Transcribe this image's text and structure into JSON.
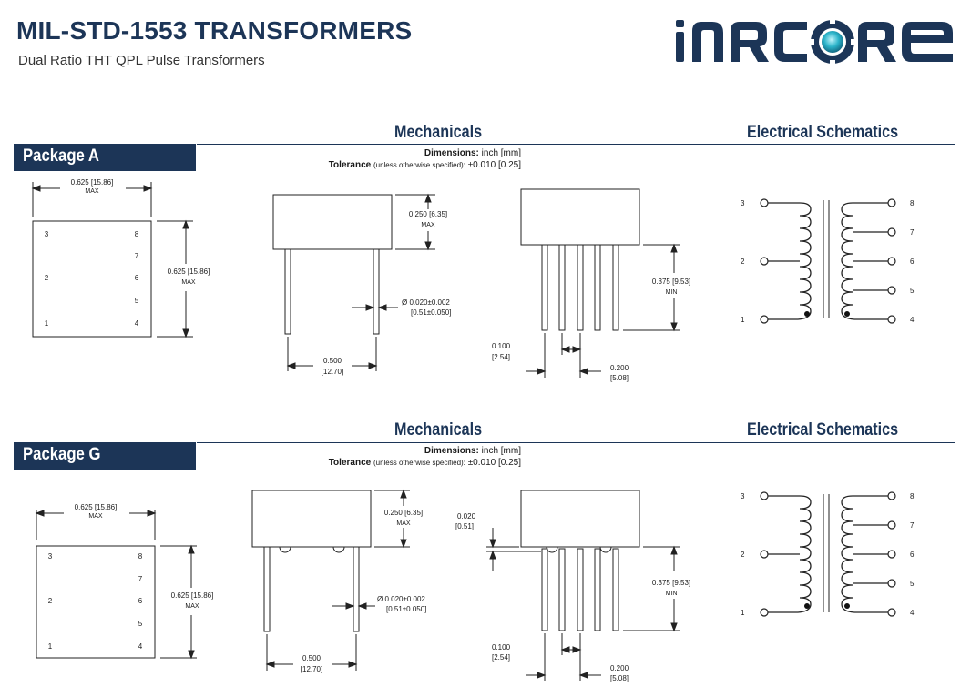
{
  "header": {
    "title": "MIL-STD-1553 TRANSFORMERS",
    "subtitle": "Dual Ratio THT QPL Pulse Transformers",
    "logo_text": "INRCORE",
    "brand_color": "#1c3557",
    "logo_core_color": "#2bb3c9"
  },
  "packages": [
    {
      "band_label": "Package A",
      "mechanicals_heading": "Mechanicals",
      "schematics_heading": "Electrical Schematics",
      "dimensions_label": "Dimensions:",
      "dimensions_value": "inch [mm]",
      "tolerance_label": "Tolerance",
      "tolerance_note": "(unless otherwise specified):",
      "tolerance_value": "±0.010 [0.25]",
      "top_view": {
        "width_dim": "0.625 [15.86]",
        "width_max": "MAX",
        "height_dim": "0.625 [15.86]",
        "height_max": "MAX",
        "pins_left": [
          "3",
          "2",
          "1"
        ],
        "pins_right": [
          "8",
          "7",
          "6",
          "5",
          "4"
        ]
      },
      "side_view": {
        "height_dim": "0.250 [6.35]",
        "height_max": "MAX",
        "pin_dia": "Ø 0.020±0.002",
        "pin_dia_mm": "[0.51±0.050]",
        "spacing": "0.500",
        "spacing_mm": "[12.70]"
      },
      "front_view": {
        "lead_len": "0.375 [9.53]",
        "lead_min": "MIN",
        "pitch_a": "0.100",
        "pitch_a_mm": "[2.54]",
        "pitch_b": "0.200",
        "pitch_b_mm": "[5.08]"
      },
      "schematic": {
        "left_pins": [
          "3",
          "2",
          "1"
        ],
        "right_pins": [
          "8",
          "7",
          "6",
          "5",
          "4"
        ]
      }
    },
    {
      "band_label": "Package G",
      "mechanicals_heading": "Mechanicals",
      "schematics_heading": "Electrical Schematics",
      "dimensions_label": "Dimensions:",
      "dimensions_value": "inch [mm]",
      "tolerance_label": "Tolerance",
      "tolerance_note": "(unless otherwise specified):",
      "tolerance_value": "±0.010 [0.25]",
      "top_view": {
        "width_dim": "0.625 [15.86]",
        "width_max": "MAX",
        "height_dim": "0.625 [15.86]",
        "height_max": "MAX",
        "pins_left": [
          "3",
          "2",
          "1"
        ],
        "pins_right": [
          "8",
          "7",
          "6",
          "5",
          "4"
        ]
      },
      "side_view": {
        "height_dim": "0.250 [6.35]",
        "height_max": "MAX",
        "pin_dia": "Ø 0.020±0.002",
        "pin_dia_mm": "[0.51±0.050]",
        "spacing": "0.500",
        "spacing_mm": "[12.70]"
      },
      "front_view": {
        "lead_len": "0.375 [9.53]",
        "lead_min": "MIN",
        "pitch_a": "0.100",
        "pitch_a_mm": "[2.54]",
        "pitch_b": "0.200",
        "pitch_b_mm": "[5.08]",
        "standoff": "0.020",
        "standoff_mm": "[0.51]"
      },
      "schematic": {
        "left_pins": [
          "3",
          "2",
          "1"
        ],
        "right_pins": [
          "8",
          "7",
          "6",
          "5",
          "4"
        ]
      }
    }
  ]
}
